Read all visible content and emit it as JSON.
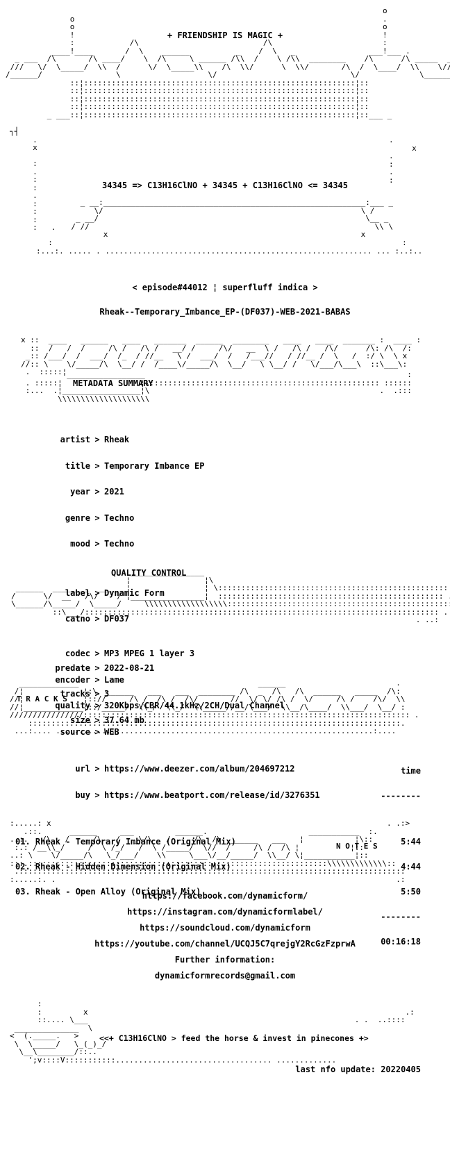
{
  "header": {
    "tagline": "+ FRIENDSHIP IS MAGIC +",
    "formula": "34345 => C13H16ClNO + 34345 + C13H16ClNO <= 34345",
    "episode": "< episode#44012 ¦ superfluff indica >",
    "release_name": "Rheak--Temporary_Imbance_EP-(DF037)-WEB-2021-BABAS"
  },
  "sections": {
    "metadata_label": "METADATA SUMMARY",
    "quality_label": "QUALITY CONTROL",
    "tracks_label": "T R A C K S",
    "notes_label": "N O T E S"
  },
  "metadata": [
    {
      "key": "artist",
      "value": "Rheak"
    },
    {
      "key": "title",
      "value": "Temporary Imbance EP"
    },
    {
      "key": "year",
      "value": "2021"
    },
    {
      "key": "genre",
      "value": "Techno"
    },
    {
      "key": "mood",
      "value": "Techno"
    },
    {
      "key": "label",
      "value": "Dynamic Form"
    },
    {
      "key": "catno",
      "value": "DF037"
    },
    {
      "key": "predate",
      "value": "2022-08-21"
    },
    {
      "key": "tracks",
      "value": "3"
    },
    {
      "key": "size",
      "value": "37.64 mb"
    },
    {
      "key": "url",
      "value": "https://www.deezer.com/album/204697212"
    },
    {
      "key": "buy",
      "value": "https://www.beatport.com/release/id/3276351"
    }
  ],
  "quality": [
    {
      "key": "codec",
      "value": "MP3 MPEG 1 layer 3"
    },
    {
      "key": "encoder",
      "value": "Lame"
    },
    {
      "key": "quality",
      "value": "320Kbps/CBR/44.1kHz/2CH/Dual Channel"
    },
    {
      "key": "source",
      "value": "WEB"
    }
  ],
  "tracklist": {
    "time_header": "time",
    "separator": "--------",
    "items": [
      {
        "title": "01. Rheak - Temporary Imbance (Original Mix)",
        "time": "5:44"
      },
      {
        "title": "02. Rheak - Hidden Dimension (Original Mix)",
        "time": "4:44"
      },
      {
        "title": "03. Rheak - Open Alloy (Original Mix)",
        "time": "5:50"
      }
    ],
    "total": "00:16:18"
  },
  "notes": {
    "links": [
      "https://facebook.com/dynamicform/",
      "https://instagram.com/dynamicformlabel/",
      "https://soundcloud.com/dynamicform",
      "https://youtube.com/channel/UCQJ5C7qrejgY2RcGzFzprwA"
    ],
    "further_label": "Further information:",
    "email": "dynamicformrecords@gmail.com"
  },
  "footer": {
    "slogan": "<<+ C13H16ClNO > feed the horse & invest in pinecones +>",
    "last_update": "last nfo update: 20220405"
  }
}
